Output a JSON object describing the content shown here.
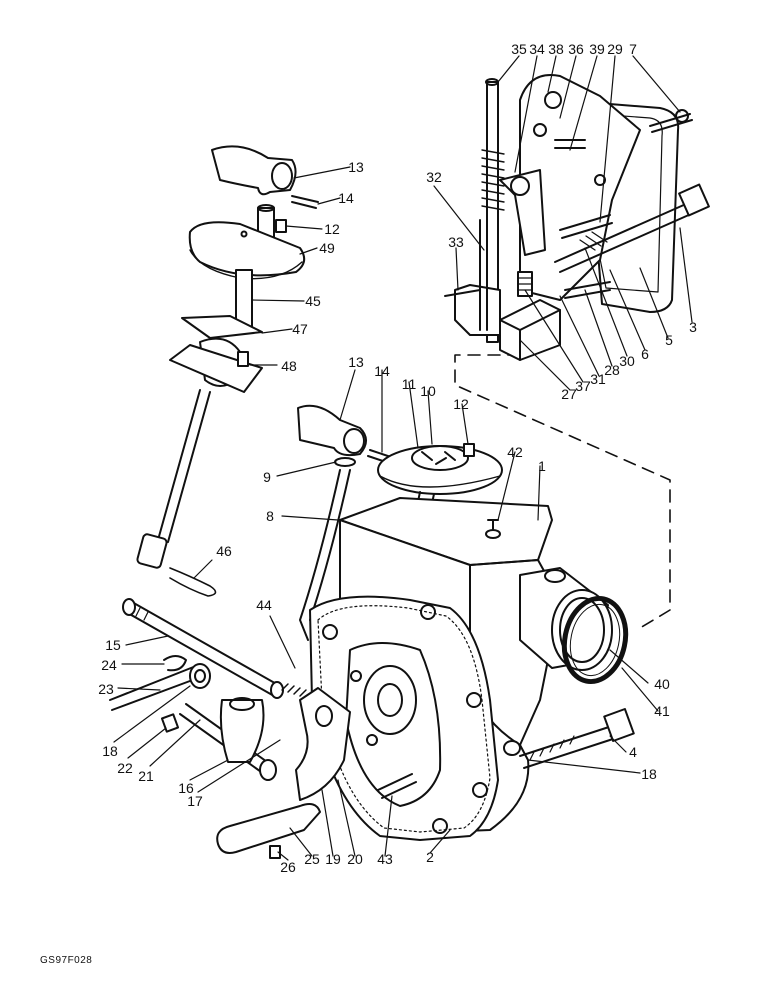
{
  "figure": {
    "reference_code": "GS97F028",
    "callouts": {
      "c35": "35",
      "c34": "34",
      "c38": "38",
      "c36": "36",
      "c39": "39",
      "c29": "29",
      "c7": "7",
      "c32": "32",
      "c33": "33",
      "c3": "3",
      "c5": "5",
      "c6": "6",
      "c30": "30",
      "c28": "28",
      "c31": "31",
      "c37": "37",
      "c27": "27",
      "c13a": "13",
      "c14a": "14",
      "c12a": "12",
      "c49": "49",
      "c45": "45",
      "c47": "47",
      "c48": "48",
      "c13b": "13",
      "c14b": "14",
      "c11": "11",
      "c10": "10",
      "c12b": "12",
      "c42": "42",
      "c1": "1",
      "c9": "9",
      "c8": "8",
      "c46": "46",
      "c44": "44",
      "c15": "15",
      "c24": "24",
      "c23": "23",
      "c18a": "18",
      "c22": "22",
      "c21": "21",
      "c16": "16",
      "c17": "17",
      "c40": "40",
      "c41": "41",
      "c4": "4",
      "c18b": "18",
      "c26": "26",
      "c25": "25",
      "c19": "19",
      "c20": "20",
      "c43": "43",
      "c2": "2"
    }
  }
}
